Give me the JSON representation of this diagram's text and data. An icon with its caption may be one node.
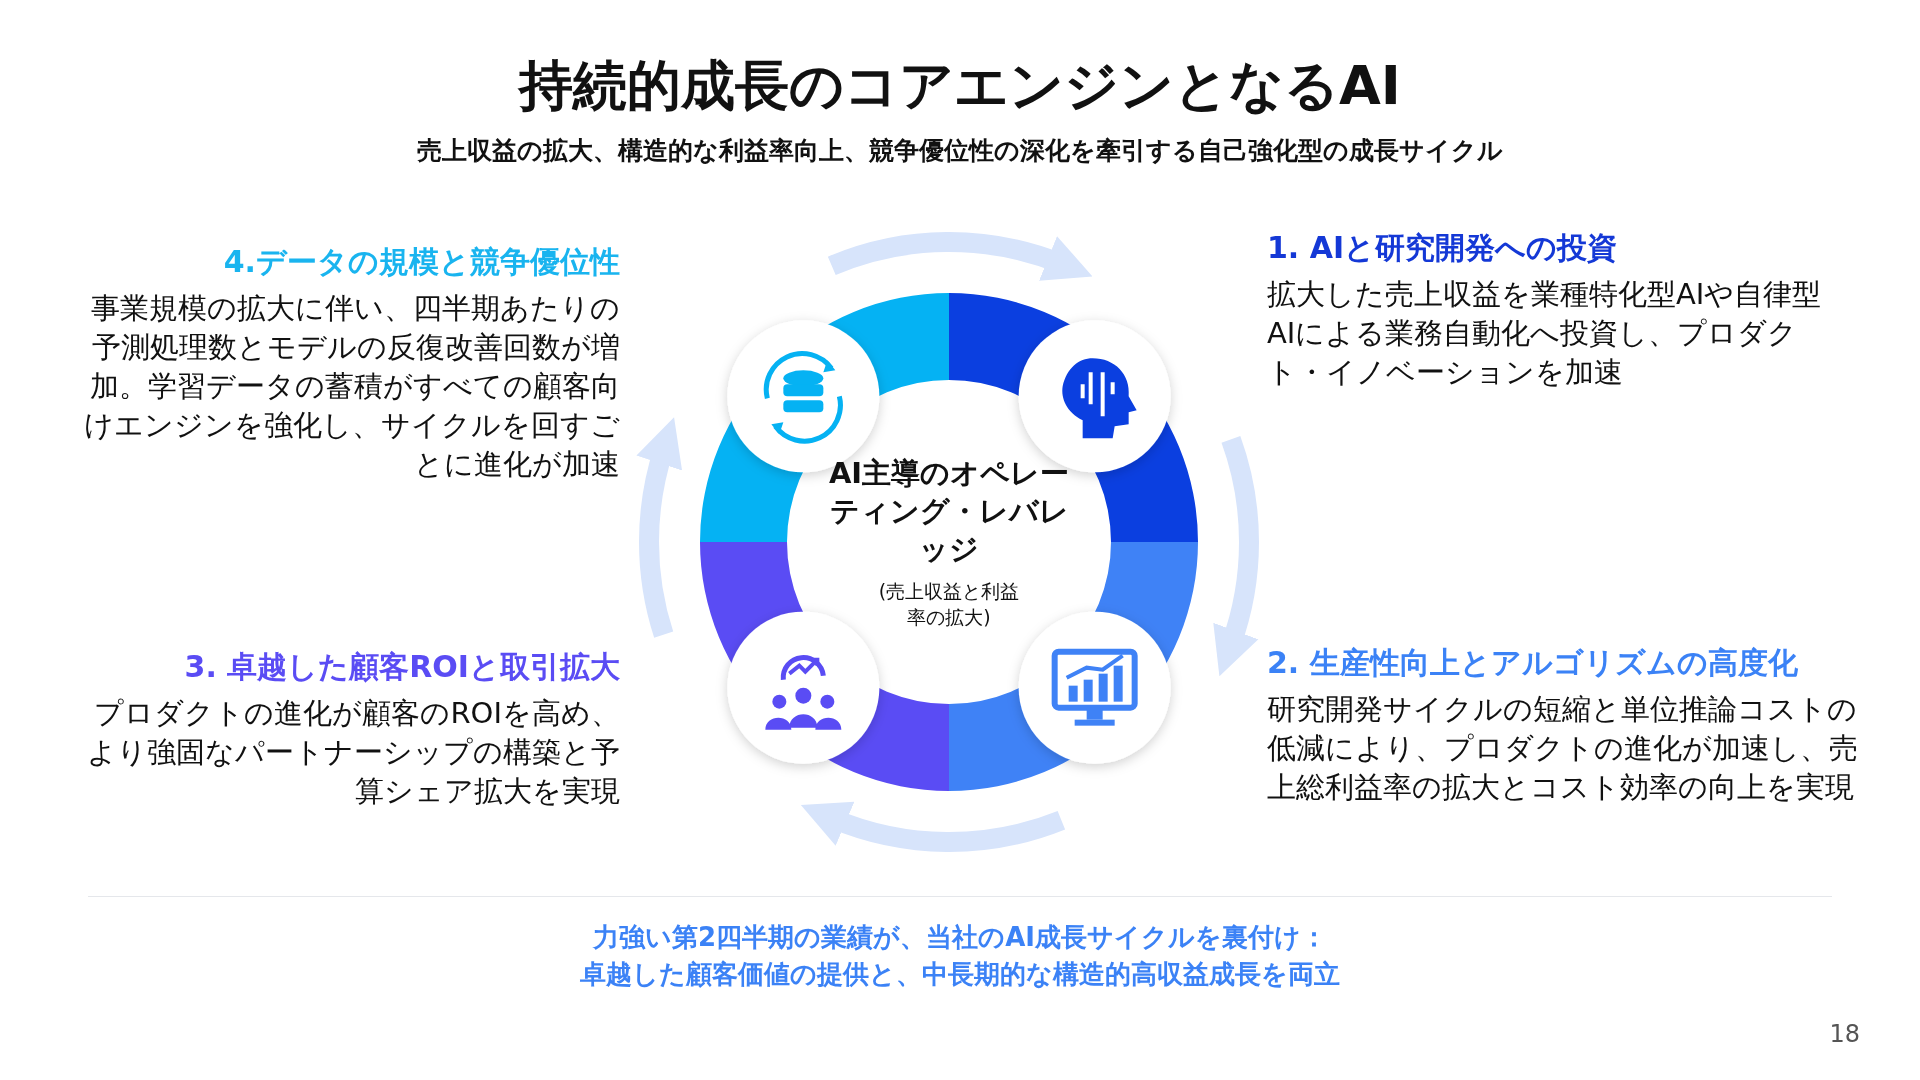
{
  "diagram": {
    "title": "持続的成長のコアエンジンとなるAI",
    "nodes": [
      {
        "text": [
          "AI主導のオペレーティング・レバレッジ",
          "(売上収益と利益率の拡大)"
        ]
      },
      {
        "text": [
          "1. AIと研究開発への投資",
          "拡大した売上収益を業種特化型AIや自律型AIによる業務自動化へ投資し、プロダクト・イノベーションを加速"
        ]
      },
      {
        "text": [
          "2. 生産性向上とアルゴリズムの高度化",
          "研究開発サイクルの短縮と単位推論コストの低減により、プロダクトの進化が加速し、売上総利益率の拡大とコスト効率の向上を実現"
        ]
      },
      {
        "text": [
          "3. 卓越した顧客ROIと取引拡大",
          "プロダクトの進化が顧客のROIを高め、より強固なパートナーシップの構築と予算シェア拡大を実現"
        ]
      },
      {
        "text": [
          "4.データの規模と競争優位性",
          "事業規模の拡大に伴い、四半期あたりの予測処理数とモデルの反復改善回数が増加。学習データの蓄積がすべての顧客向けエンジンを強化し、サイクルを回すごとに進化が加速"
        ]
      }
    ],
    "edges": [],
    "labels": [
      "売上収益の拡大、構造的な利益率向上、競争優位性の深化を牽引する自己強化型の成長サイクル",
      "力強い第2四半期の業績が、当社のAI成長サイクルを裏付け：",
      "卓越した顧客価値の提供と、中長期的な構造的高収益成長を両立",
      "18"
    ]
  }
}
